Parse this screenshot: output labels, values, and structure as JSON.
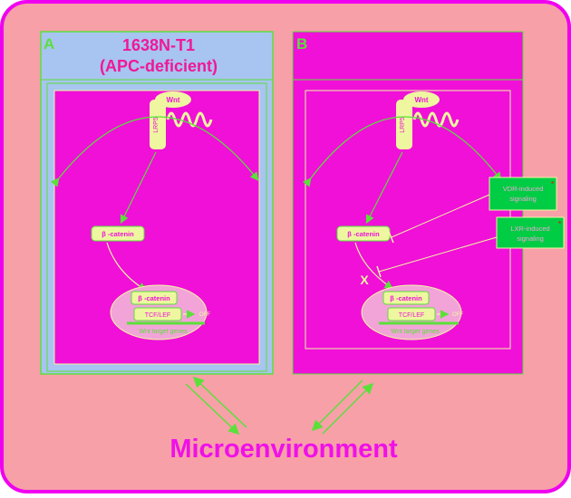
{
  "colors": {
    "frame": "#f7a0a8",
    "frame_border": "#f000f0",
    "panel_a_header": "#a8c4f0",
    "panel_fill": "#f010d8",
    "green": "#5be03a",
    "light_green": "#eef7a0",
    "oval": "#f2a4d8",
    "title_text": "#f010e8",
    "header_text": "#f01898"
  },
  "panel_a": {
    "letter": "A",
    "title_line1": "1638N-T1",
    "title_line2": "(APC-deficient)",
    "wnt": "Wnt",
    "lrp": "LRP5",
    "beta_catenin": "β -catenin",
    "beta_catenin_nuclear": "β -catenin",
    "tcf": "TCF/LEF",
    "off": "OFF",
    "target": "Wnt target genes"
  },
  "panel_b": {
    "letter": "B",
    "wnt": "Wnt",
    "lrp": "LRP5",
    "beta_catenin": "β -catenin",
    "beta_catenin_nuclear": "β -catenin",
    "tcf": "TCF/LEF",
    "off": "OFF",
    "target": "Wnt target genes",
    "vdr_line1": "VDR-induced",
    "vdr_line2": "signaling",
    "lxr_line1": "LXR-induced",
    "lxr_line2": "signaling",
    "cross": "X",
    "star": "*"
  },
  "footer": {
    "label": "Microenvironment"
  }
}
